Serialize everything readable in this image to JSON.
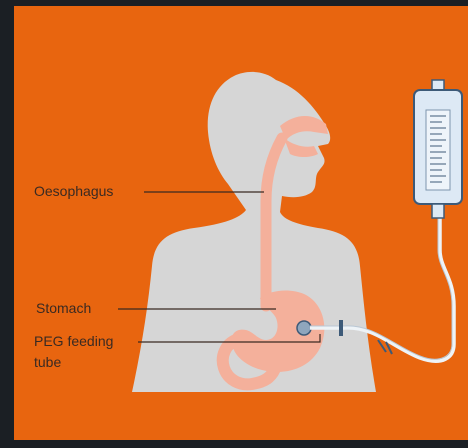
{
  "colors": {
    "background": "#e8650f",
    "body": "#d6d6d6",
    "organ": "#f4b09b",
    "outline": "#3a2a22",
    "bag_fill": "#dde9f5",
    "bag_stroke": "#3d5a78"
  },
  "labels": {
    "oesophagus": "Oesophagus",
    "stomach": "Stomach",
    "peg_line1": "PEG feeding",
    "peg_line2": "tube"
  }
}
